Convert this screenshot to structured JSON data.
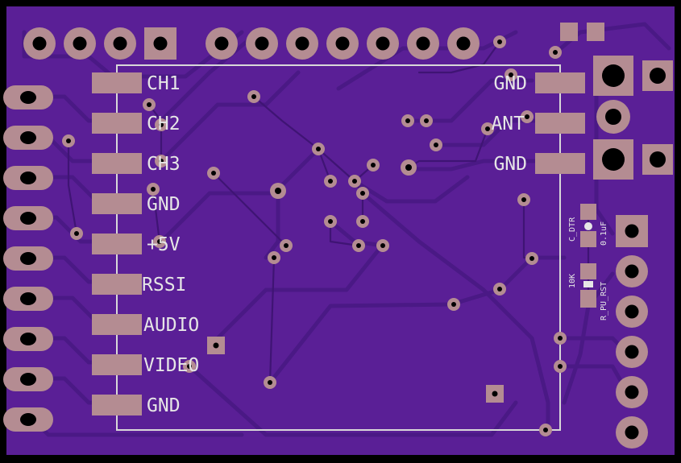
{
  "colors": {
    "background": "#000000",
    "board": "#5a1f96",
    "board_edge": "#4a1a82",
    "trace": "#4b1a86",
    "copper": "#b48c92",
    "drill": "#000000",
    "silkscreen": "#e6e6e6",
    "outline": "#d8d8d8"
  },
  "left_labels": {
    "ch1": "CH1",
    "ch2": "CH2",
    "ch3": "CH3",
    "gnd1": "GND",
    "plus5v": "+5V",
    "rssi": "RSSI",
    "audio": "AUDIO",
    "video": "VIDEO",
    "gnd2": "GND"
  },
  "right_labels": {
    "gnd1": "GND",
    "ant": "ANT",
    "gnd2": "GND"
  },
  "components": {
    "c_dtr": "C_DTR",
    "c_value": "0.1uF",
    "r_pu_rst": "R_PU_RST",
    "r_value": "10K"
  }
}
